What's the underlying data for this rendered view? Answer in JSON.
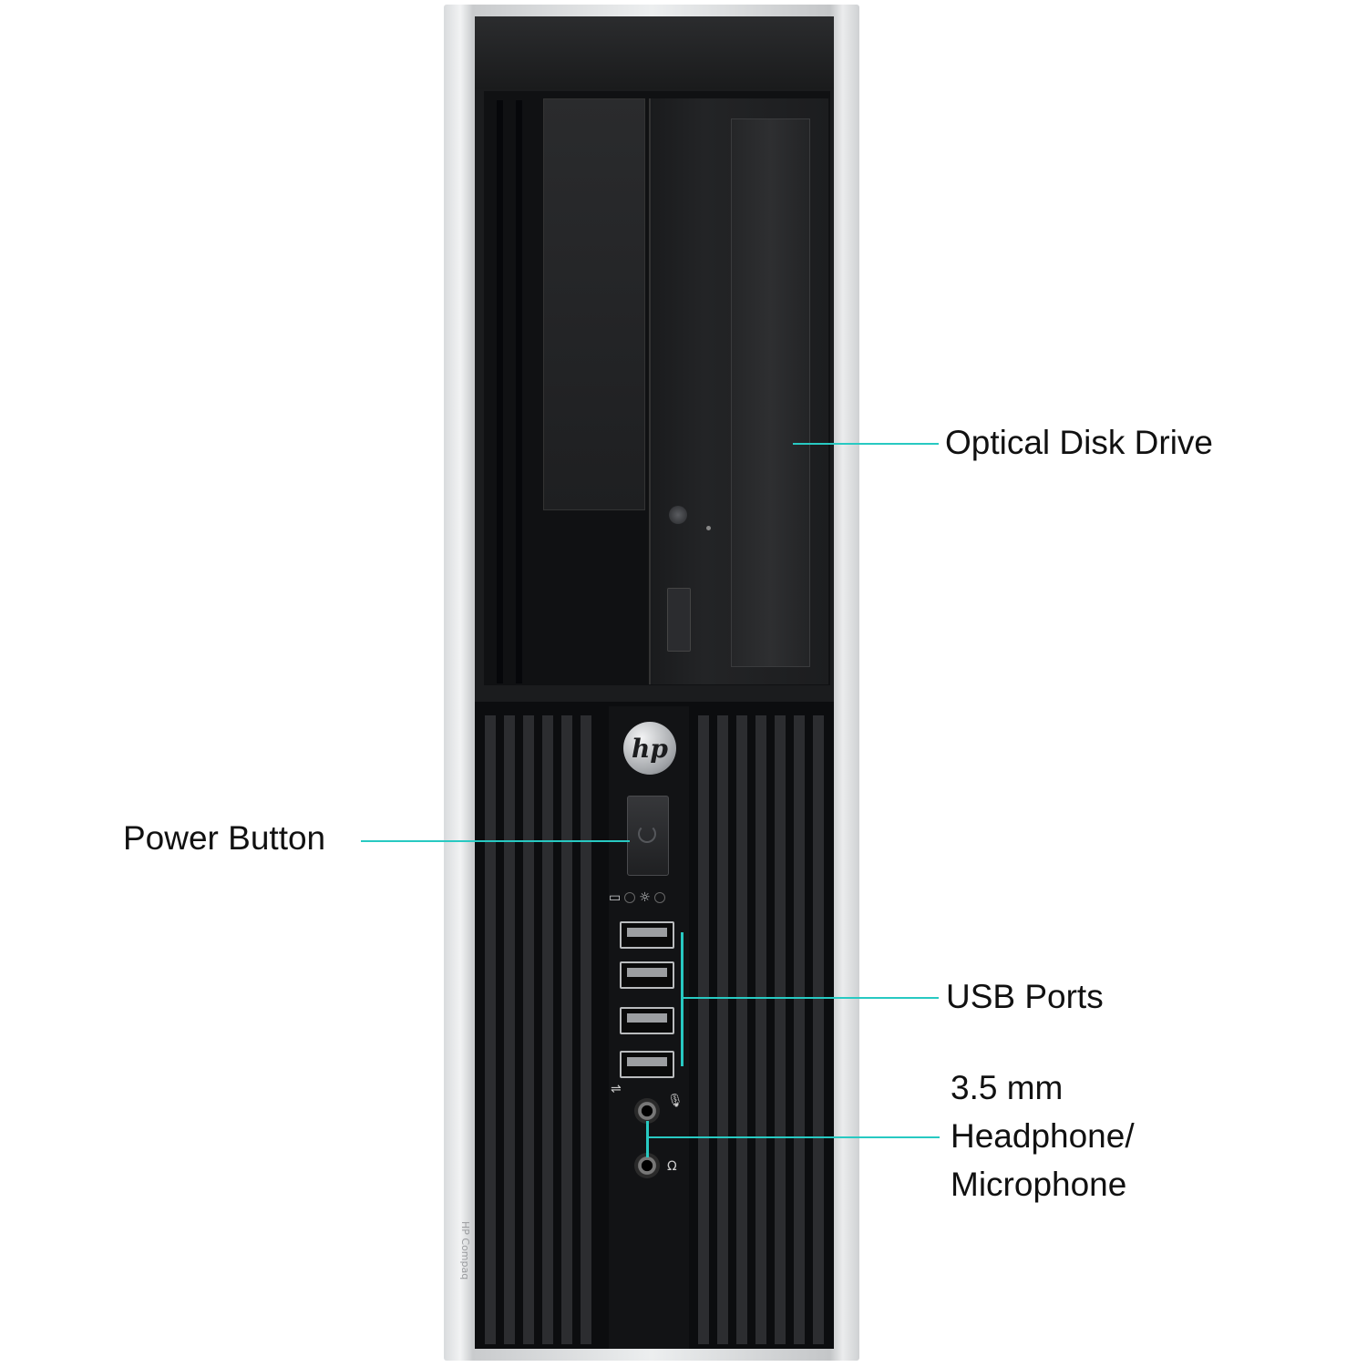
{
  "brand": {
    "logo_text": "hp",
    "model_text": "HP Compaq"
  },
  "callouts": {
    "optical": "Optical Disk Drive",
    "power": "Power Button",
    "usb": "USB Ports",
    "audio_line1": "3.5 mm",
    "audio_line2": "Headphone/",
    "audio_line3": "Microphone"
  },
  "colors": {
    "leader": "#28c9c2",
    "bezel": "#1b1c1e",
    "chassis": "#e6e7e8"
  },
  "icons": {
    "usb": "usb-icon",
    "microphone": "microphone-icon",
    "headphone": "headphone-icon",
    "power": "power-icon"
  }
}
